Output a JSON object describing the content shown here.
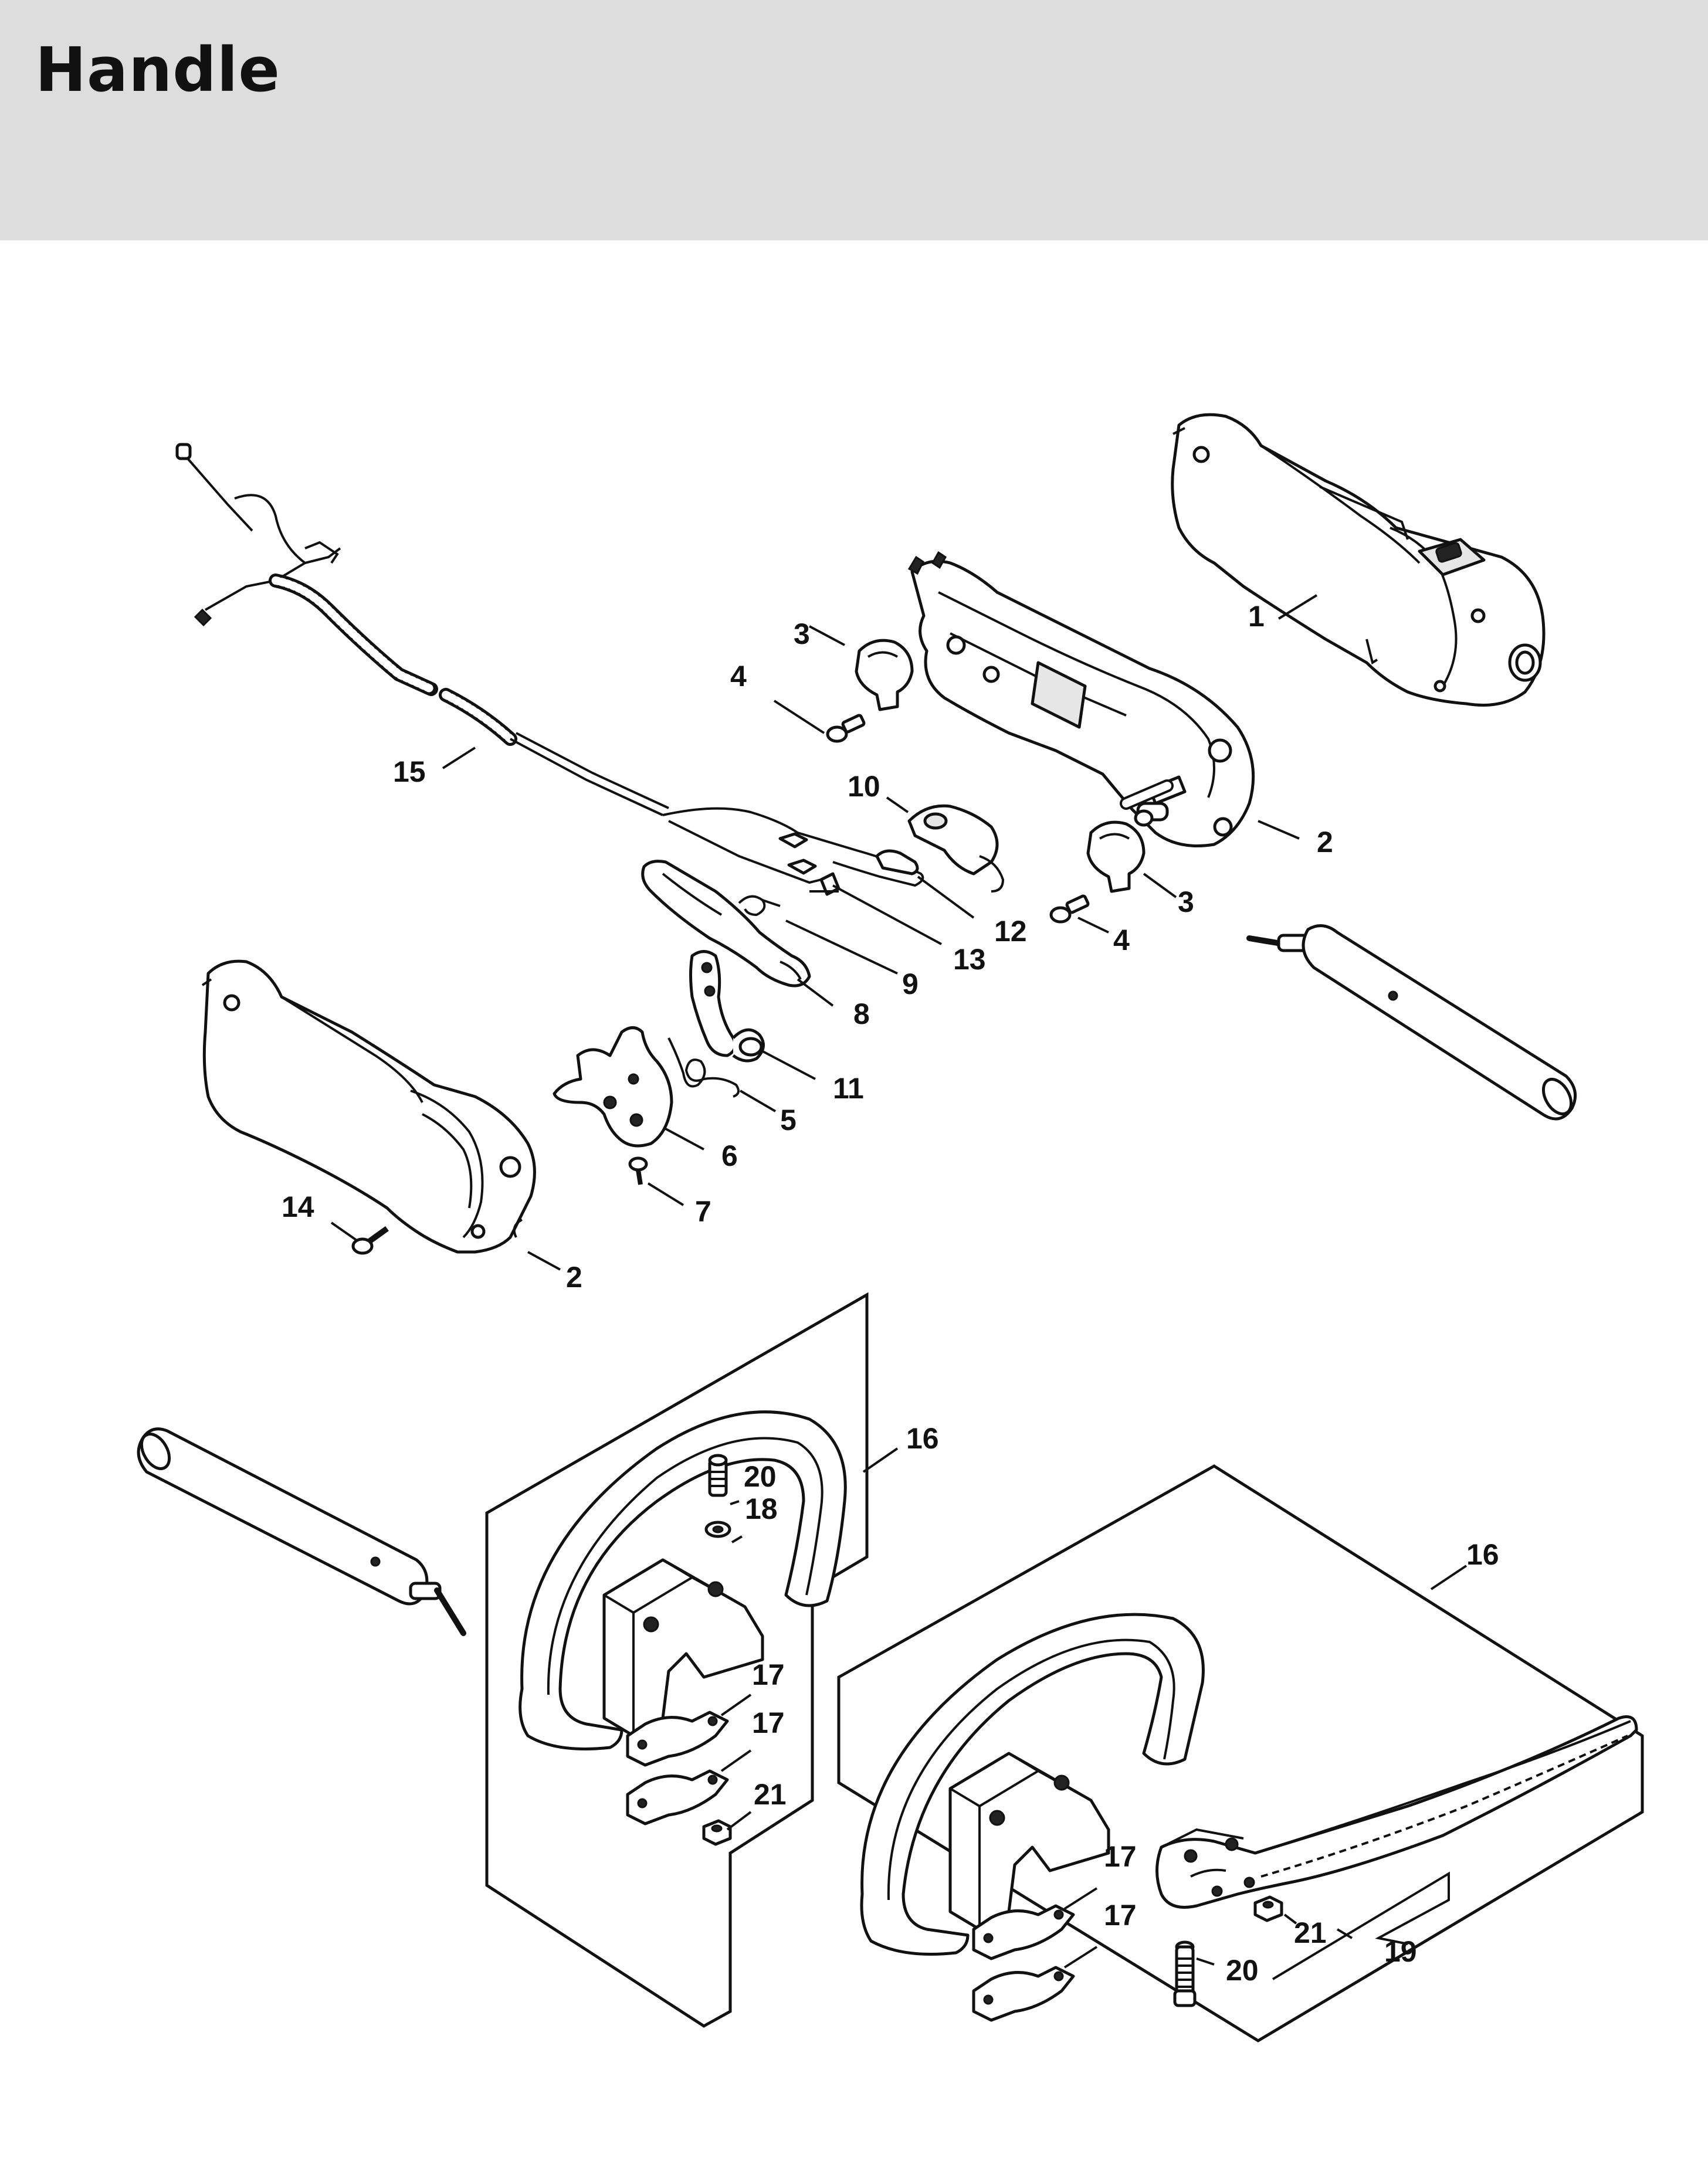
{
  "title": "Handle",
  "callouts": [
    {
      "id": "c1",
      "text": "1"
    },
    {
      "id": "c2a",
      "text": "2"
    },
    {
      "id": "c2b",
      "text": "2"
    },
    {
      "id": "c3a",
      "text": "3"
    },
    {
      "id": "c3b",
      "text": "3"
    },
    {
      "id": "c4a",
      "text": "4"
    },
    {
      "id": "c4b",
      "text": "4"
    },
    {
      "id": "c5",
      "text": "5"
    },
    {
      "id": "c6",
      "text": "6"
    },
    {
      "id": "c7",
      "text": "7"
    },
    {
      "id": "c8",
      "text": "8"
    },
    {
      "id": "c9",
      "text": "9"
    },
    {
      "id": "c10",
      "text": "10"
    },
    {
      "id": "c11",
      "text": "11"
    },
    {
      "id": "c12",
      "text": "12"
    },
    {
      "id": "c13",
      "text": "13"
    },
    {
      "id": "c14",
      "text": "14"
    },
    {
      "id": "c15",
      "text": "15"
    },
    {
      "id": "c16a",
      "text": "16"
    },
    {
      "id": "c16b",
      "text": "16"
    },
    {
      "id": "c17a",
      "text": "17"
    },
    {
      "id": "c17b",
      "text": "17"
    },
    {
      "id": "c17c",
      "text": "17"
    },
    {
      "id": "c17d",
      "text": "17"
    },
    {
      "id": "c18",
      "text": "18"
    },
    {
      "id": "c19",
      "text": "19"
    },
    {
      "id": "c20a",
      "text": "20"
    },
    {
      "id": "c20b",
      "text": "20"
    },
    {
      "id": "c21a",
      "text": "21"
    },
    {
      "id": "c21b",
      "text": "21"
    }
  ]
}
